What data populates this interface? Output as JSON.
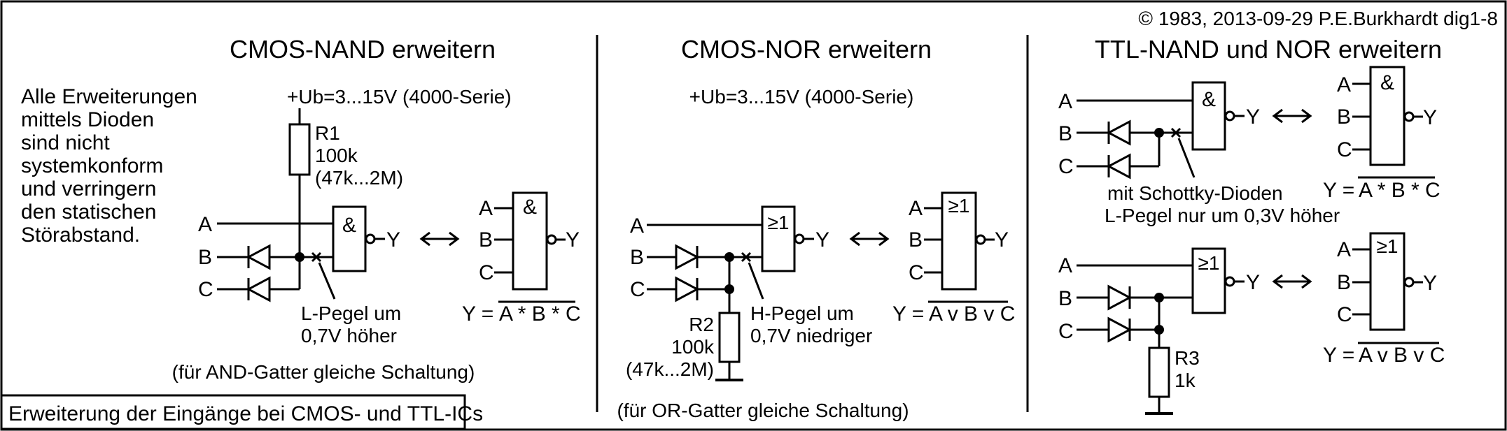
{
  "copyright": "© 1983, 2013-09-29 P.E.Burkhardt dig1-8",
  "caption": "Erweiterung der Eingänge bei CMOS- und TTL-ICs",
  "note": [
    "Alle Erweiterungen",
    "mittels Dioden",
    "sind nicht",
    "systemkonform",
    "und verringern",
    "den statischen",
    "Störabstand."
  ],
  "sections": {
    "cmos_nand": {
      "title": "CMOS-NAND erweitern",
      "supply": "+Ub=3...15V (4000-Serie)",
      "resistor": [
        "R1",
        "100k",
        "(47k...2M)"
      ],
      "inputs": [
        "A",
        "B",
        "C"
      ],
      "output": "Y",
      "gate_symbol": "&",
      "annotation": [
        "L-Pegel um",
        "0,7V höher"
      ],
      "footer": "(für AND-Gatter gleiche Schaltung)",
      "equiv": {
        "inputs": [
          "A",
          "B",
          "C"
        ],
        "symbol": "&",
        "output": "Y",
        "formula_prefix": "Y = ",
        "formula": "A * B * C"
      }
    },
    "cmos_nor": {
      "title": "CMOS-NOR erweitern",
      "supply": "+Ub=3...15V (4000-Serie)",
      "resistor": [
        "R2",
        "100k",
        "(47k...2M)"
      ],
      "inputs": [
        "A",
        "B",
        "C"
      ],
      "output": "Y",
      "gate_symbol": "≥1",
      "annotation": [
        "H-Pegel um",
        "0,7V niedriger"
      ],
      "footer": "(für OR-Gatter gleiche Schaltung)",
      "equiv": {
        "inputs": [
          "A",
          "B",
          "C"
        ],
        "symbol": "≥1",
        "output": "Y",
        "formula_prefix": "Y = ",
        "formula": "A v B v C"
      }
    },
    "ttl": {
      "title": "TTL-NAND und NOR erweitern",
      "nand": {
        "inputs": [
          "A",
          "B",
          "C"
        ],
        "symbol": "&",
        "output": "Y",
        "annotation": [
          "mit Schottky-Dioden",
          "L-Pegel nur um 0,3V höher"
        ],
        "equiv": {
          "inputs": [
            "A",
            "B",
            "C"
          ],
          "symbol": "&",
          "output": "Y",
          "formula_prefix": "Y = ",
          "formula": "A * B * C"
        }
      },
      "nor": {
        "inputs": [
          "A",
          "B",
          "C"
        ],
        "symbol": "≥1",
        "output": "Y",
        "resistor": [
          "R3",
          "1k"
        ],
        "equiv": {
          "inputs": [
            "A",
            "B",
            "C"
          ],
          "symbol": "≥1",
          "output": "Y",
          "formula_prefix": "Y = ",
          "formula": "A v B v C"
        }
      }
    }
  },
  "arrow_symbol": "⟺"
}
